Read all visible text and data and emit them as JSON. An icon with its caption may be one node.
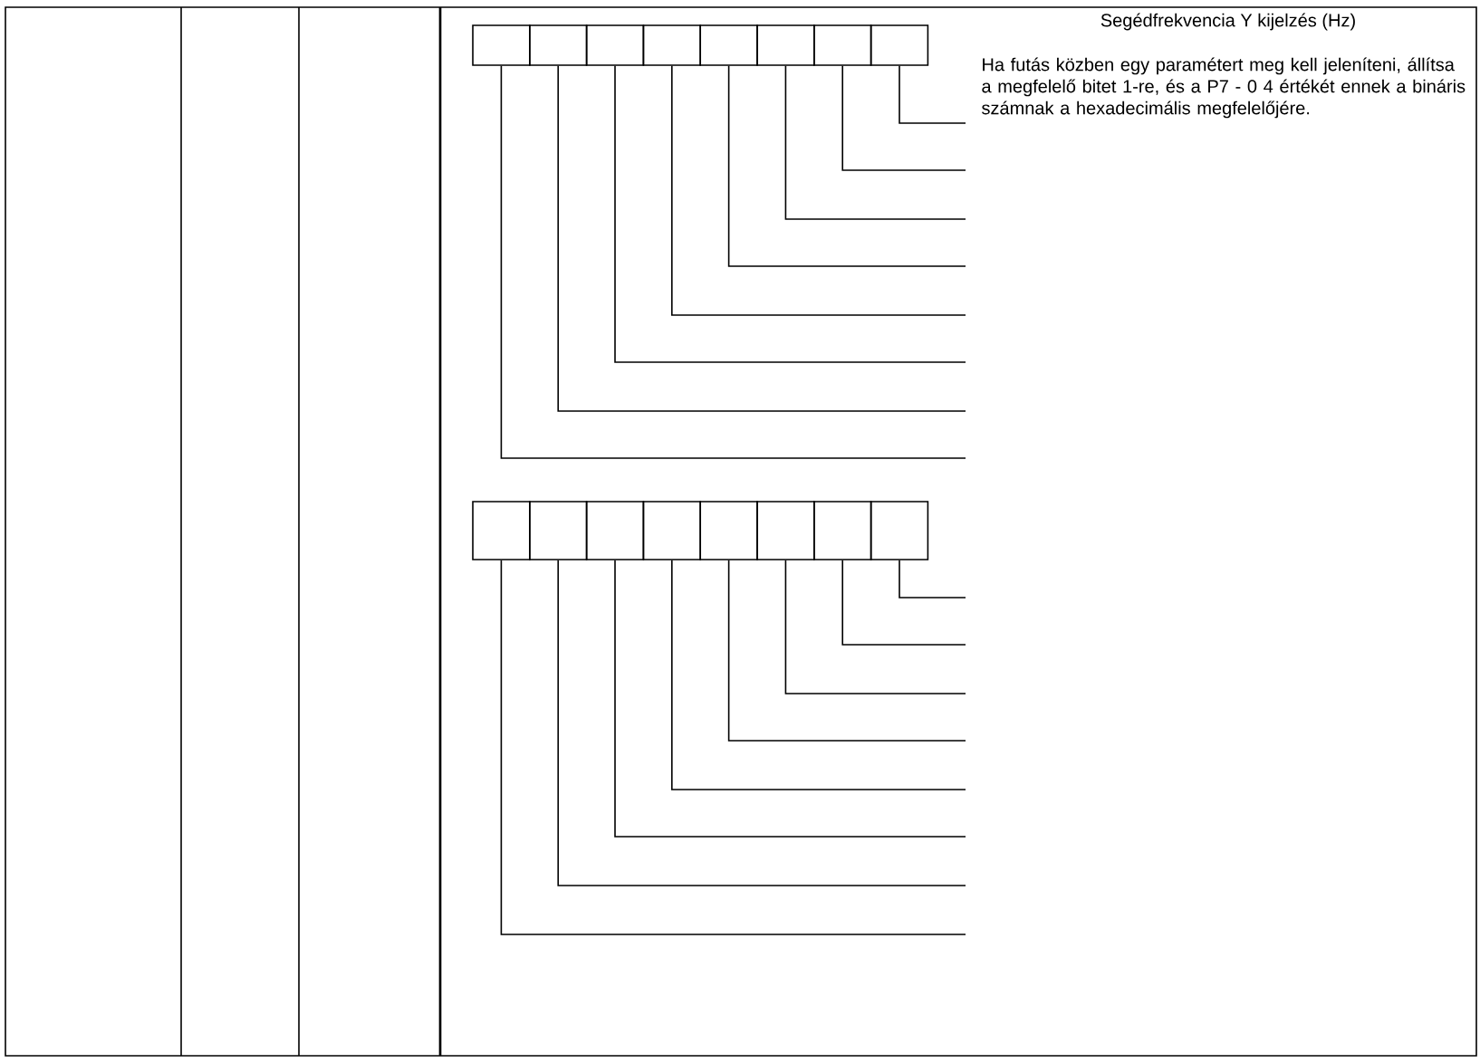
{
  "diagram": {
    "nodes": [
      {
        "text": [],
        "shape": "box"
      },
      {
        "text": [],
        "shape": "box"
      },
      {
        "text": [],
        "shape": "box"
      },
      {
        "text": [],
        "shape": "box"
      },
      {
        "text": [],
        "shape": "box"
      },
      {
        "text": [],
        "shape": "box"
      },
      {
        "text": [],
        "shape": "box"
      },
      {
        "text": [],
        "shape": "box"
      },
      {
        "text": [],
        "shape": "box"
      },
      {
        "text": [],
        "shape": "box"
      },
      {
        "text": [],
        "shape": "box"
      },
      {
        "text": [],
        "shape": "box"
      },
      {
        "text": [],
        "shape": "box"
      },
      {
        "text": [],
        "shape": "box"
      },
      {
        "text": [],
        "shape": "box"
      },
      {
        "text": [],
        "shape": "box"
      }
    ],
    "edges": [
      {
        "from": 7,
        "to": null,
        "arrow": "none"
      },
      {
        "from": 6,
        "to": null,
        "arrow": "none"
      },
      {
        "from": 5,
        "to": null,
        "arrow": "none"
      },
      {
        "from": 4,
        "to": null,
        "arrow": "none"
      },
      {
        "from": 3,
        "to": null,
        "arrow": "none"
      },
      {
        "from": 2,
        "to": null,
        "arrow": "none"
      },
      {
        "from": 1,
        "to": null,
        "arrow": "none"
      },
      {
        "from": 0,
        "to": null,
        "arrow": "none"
      },
      {
        "from": 15,
        "to": null,
        "arrow": "none"
      },
      {
        "from": 14,
        "to": null,
        "arrow": "none"
      },
      {
        "from": 13,
        "to": null,
        "arrow": "none"
      },
      {
        "from": 12,
        "to": null,
        "arrow": "none"
      },
      {
        "from": 11,
        "to": null,
        "arrow": "none"
      },
      {
        "from": 10,
        "to": null,
        "arrow": "none"
      },
      {
        "from": 9,
        "to": null,
        "arrow": "none"
      },
      {
        "from": 8,
        "to": null,
        "arrow": "none"
      }
    ],
    "labels": [
      "Segédfrekvencia Y kijelzés (Hz)",
      "Ha futás közben egy paramétert meg kell jeleníteni, állítsa a megfelelő bitet 1-re, és a P7 - 0 4 értékét ennek a bináris számnak a hexadecimális megfelelőjére."
    ]
  }
}
